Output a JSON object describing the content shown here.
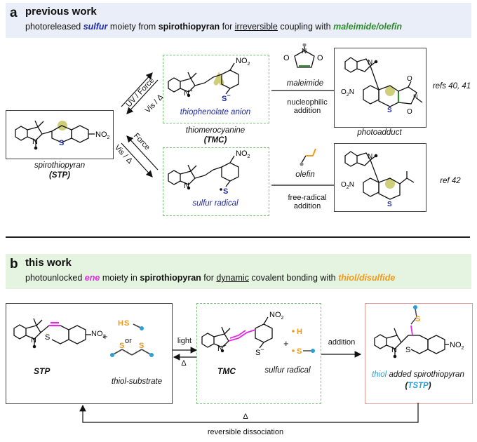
{
  "panel_a": {
    "label": "a",
    "title": "previous work",
    "desc": {
      "t1": "photoreleased ",
      "k1": "sulfur",
      "t2": " moiety from ",
      "k2": "spirothiopyran",
      "t3": " for ",
      "k3": "irreversible",
      "t4": " coupling with ",
      "k4": "maleimide/olefin"
    },
    "stp_caption": "spirothiopyran",
    "stp_abbr": "(STP)",
    "tmc_caption": "thiomerocyanine",
    "tmc_abbr": "(TMC)",
    "anion_label": "thiophenolate anion",
    "radical_label": "sulfur radical",
    "arrow_uv": "UV / Force",
    "arrow_vis1": "Vis / Δ",
    "arrow_force": "Force",
    "arrow_vis2": "Vis / Δ",
    "reagent1": "maleimide",
    "reagent1_cond": "nucleophilic addition",
    "reagent2": "olefin",
    "reagent2_cond": "free-radical addition",
    "product1": "photoadduct",
    "ref1": "refs 40, 41",
    "ref2": "ref 42"
  },
  "panel_b": {
    "label": "b",
    "title": "this work",
    "desc": {
      "t1": "photounlocked ",
      "k1": "ene",
      "t2": " moiety in ",
      "k2": "spirothiopyran",
      "t3": " for ",
      "k3": "dynamic",
      "t4": " covalent bonding with ",
      "k4": "thiol/disulfide"
    },
    "stp": "STP",
    "plus": "+",
    "or": "or",
    "substrate": "thiol-substrate",
    "light": "light",
    "delta": "Δ",
    "tmc": "TMC",
    "sulfur_radical": "sulfur radical",
    "addition": "addition",
    "product_word1": "thiol",
    "product_word2": " added spirothiopyran",
    "product_abbr": "TSTP",
    "bottom_delta": "Δ",
    "reversible": "reversible dissociation"
  },
  "atoms": {
    "N": "N",
    "Nplus": "N",
    "plus_sign": "+",
    "S": "S",
    "Sminus": "S",
    "minus_sign": "−",
    "NO2": "NO",
    "O2N": "O",
    "sub2": "2",
    "N_letter": "N",
    "O": "O",
    "H": "H"
  },
  "colors": {
    "banner_a": "#e9eef8",
    "banner_b": "#e5f3e1",
    "sulfur_blue": "#1f2aa8",
    "green": "#2e8b2e",
    "magenta": "#e02be0",
    "orange": "#ee9a1a",
    "highlight": "#cfcf7a",
    "dash_green": "#7ac17a",
    "red_border": "#e59b9b",
    "cyan": "#2a9fd8"
  }
}
